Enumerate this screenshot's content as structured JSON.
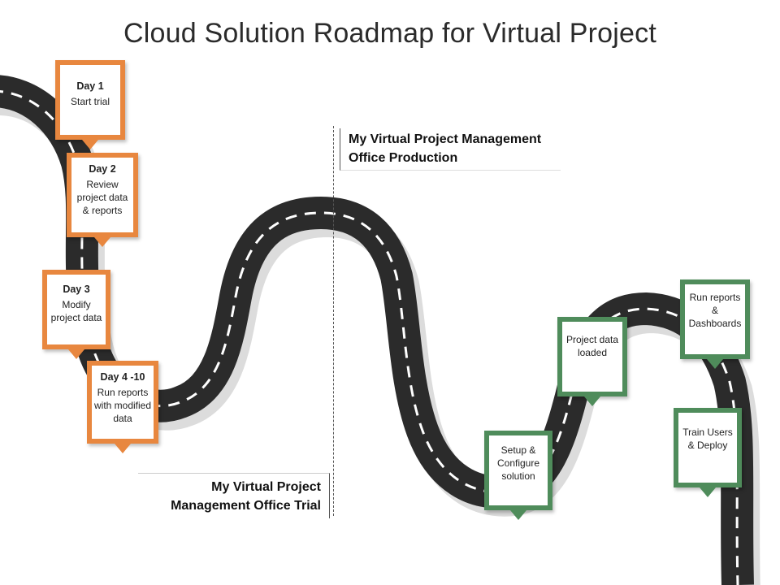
{
  "title": "Cloud Solution Roadmap for Virtual Project",
  "phases": {
    "production": "My Virtual Project Management Office Production",
    "trial": "My Virtual Project Management Office Trial"
  },
  "colors": {
    "trial": "#e8873f",
    "production": "#4f8c5b",
    "road": "#2b2b2b",
    "road_shadow": "#dcdcdc",
    "lane": "#ffffff"
  },
  "trial_steps": [
    {
      "day": "Day 1",
      "text": "Start trial"
    },
    {
      "day": "Day 2",
      "text": "Review\nproject data\n& reports"
    },
    {
      "day": "Day 3",
      "text": "Modify\nproject data"
    },
    {
      "day": "Day 4 -10",
      "text": "Run reports\nwith modified\ndata"
    }
  ],
  "production_steps": [
    {
      "text": "Setup &\nConfigure\nsolution"
    },
    {
      "text": "Project data\nloaded"
    },
    {
      "text": "Run reports\n&\nDashboards"
    },
    {
      "text": "Train Users\n& Deploy"
    }
  ]
}
